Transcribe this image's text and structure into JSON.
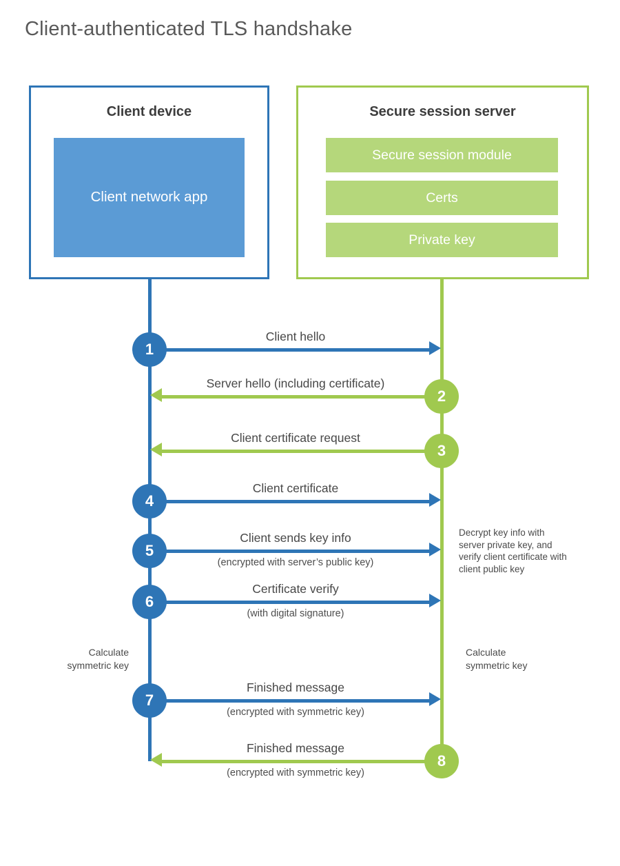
{
  "title": "Client-authenticated TLS handshake",
  "colors": {
    "blue": "#2e75b6",
    "blue_light": "#5b9bd5",
    "green": "#a0c94f",
    "green_light": "#b5d77b",
    "heading_text": "#3d3d3d",
    "label_text": "#474747",
    "title_text": "#595959"
  },
  "client": {
    "title": "Client device",
    "app": "Client network app"
  },
  "server": {
    "title": "Secure session server",
    "modules": [
      "Secure session module",
      "Certs",
      "Private key"
    ]
  },
  "messages": [
    {
      "step": "1",
      "from": "client",
      "label": "Client hello",
      "sublabel": ""
    },
    {
      "step": "2",
      "from": "server",
      "label": "Server hello (including certificate)",
      "sublabel": ""
    },
    {
      "step": "3",
      "from": "server",
      "label": "Client certificate request",
      "sublabel": ""
    },
    {
      "step": "4",
      "from": "client",
      "label": "Client certificate",
      "sublabel": ""
    },
    {
      "step": "5",
      "from": "client",
      "label": "Client sends key info",
      "sublabel": "(encrypted with server’s public key)"
    },
    {
      "step": "6",
      "from": "client",
      "label": "Certificate verify",
      "sublabel": "(with digital signature)"
    },
    {
      "step": "7",
      "from": "client",
      "label": "Finished message",
      "sublabel": "(encrypted with symmetric key)"
    },
    {
      "step": "8",
      "from": "server",
      "label": "Finished message",
      "sublabel": "(encrypted with symmetric key)"
    }
  ],
  "annotations": {
    "decrypt_note": "Decrypt key info with server private key, and verify client certificate with client public key",
    "calculate_left": "Calculate symmetric key",
    "calculate_right": "Calculate symmetric key"
  }
}
